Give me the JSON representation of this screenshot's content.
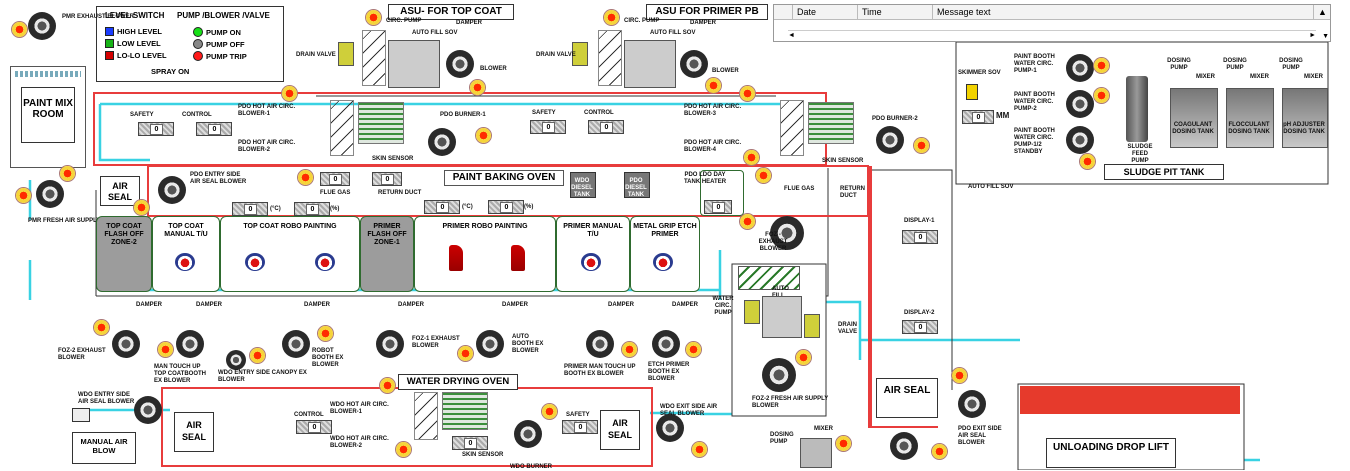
{
  "legend": {
    "col1_title": "LEVEL SWITCH",
    "col2_title": "PUMP /BLOWER /VALVE",
    "high": "HIGH LEVEL",
    "low": "LOW LEVEL",
    "lolo": "LO-LO LEVEL",
    "pump_on": "PUMP ON",
    "pump_off": "PUMP OFF",
    "pump_trip": "PUMP TRIP",
    "spray_on": "SPRAY ON",
    "colors": {
      "high": "#1a3cff",
      "low": "#17b317",
      "lolo": "#d40000",
      "on": "#17e017",
      "off": "#888888",
      "trip": "#ff1a1a"
    }
  },
  "message_log": {
    "col_date": "Date",
    "col_time": "Time",
    "col_message": "Message text"
  },
  "titles": {
    "asu_top": "ASU- FOR TOP COAT",
    "asu_primer": "ASU FOR PRIMER PB",
    "baking": "PAINT BAKING OVEN",
    "drying": "WATER DRYING OVEN",
    "sludge": "SLUDGE  PIT TANK",
    "mix_room": "PAINT MIX ROOM",
    "unloading": "UNLOADING DROP LIFT"
  },
  "zones": [
    {
      "name": "TOP COAT FLASH OFF ZONE-2"
    },
    {
      "name": "TOP COAT MANUAL T/U"
    },
    {
      "name": "TOP COAT ROBO PAINTING"
    },
    {
      "name": "PRIMER FLASH OFF ZONE-1"
    },
    {
      "name": "PRIMER ROBO PAINTING"
    },
    {
      "name": "PRIMER MANUAL T/U"
    },
    {
      "name": "METAL GRIP ETCH PRIMER"
    }
  ],
  "air_seals": {
    "a": "AIR SEAL",
    "b": "AIR SEAL",
    "c": "AIR SEAL",
    "d": "AIR SEAL"
  },
  "manual_air_blow": "MANUAL AIR BLOW",
  "labels": {
    "pmr_exhaust": "PMR EXHAUST BLOWER",
    "pmr_fresh": "PMR FRESH AIR SUPPLY BLOWER",
    "circ_pump": "CIRC. PUMP",
    "damper": "DAMPER",
    "auto_fill": "AUTO FILL SOV",
    "drain_valve": "DRAIN VALVE",
    "blower": "BLOWER",
    "safety": "SAFETY",
    "control": "CONTROL",
    "pdo_hot1": "PDO HOT AIR CIRC. BLOWER-1",
    "pdo_hot2": "PDO HOT AIR CIRC. BLOWER-2",
    "pdo_hot3": "PDO HOT AIR CIRC. BLOWER-3",
    "pdo_hot4": "PDO HOT AIR CIRC. BLOWER-4",
    "pdo_burner1": "PDO BURNER-1",
    "pdo_burner2": "PDO BURNER-2",
    "skin_sensor": "SKIN SENSOR",
    "flue_gas": "FLUE GAS",
    "return_duct": "RETURN DUCT",
    "pdo_entry": "PDO ENTRY SIDE AIR SEAL BLOWER",
    "wdo_diesel": "WDO DIESEL TANK",
    "pdo_diesel": "PDO DIESEL TANK",
    "pdo_ldo": "PDO LDO DAY TANK HEATER",
    "foz_exhaust": "FOZ - EXHAUST BLOWER",
    "display1": "DISPLAY-1",
    "display2": "DISPLAY-2",
    "water_circ": "WATER CIRC. PUMP",
    "foz2_exhaust": "FOZ-2 EXHAUST BLOWER",
    "man_touch": "MAN TOUCH UP TOP COATBOOTH EX BLOWER",
    "wdo_canopy": "WDO ENTRY SIDE CANOPY EX BLOWER",
    "robot_booth": "ROBOT BOOTH EX BLOWER",
    "foz1_exhaust": "FOZ-1 EXHAUST BLOWER",
    "auto_booth": "AUTO BOOTH EX BLOWER",
    "primer_man": "PRIMER MAN TOUCH UP BOOTH EX BLOWER",
    "etch_primer": "ETCH PRIMER BOOTH EX BLOWER",
    "foz2_fresh": "FOZ-2 FRESH AIR SUPPLY BLOWER",
    "pdo_exit": "PDO EXIT SIDE AIR SEAL BLOWER",
    "wdo_entry_seal": "WDO ENTRY SIDE AIR SEAL BLOWER",
    "wdo_hot1": "WDO HOT AIR CIRC. BLOWER-1",
    "wdo_hot2": "WDO HOT AIR CIRC. BLOWER-2",
    "wdo_exit": "WDO EXIT SIDE AIR SEAL BLOWER",
    "wdo_burner": "WDO BURNER",
    "dosing_pump": "DOSING PUMP",
    "mixer": "MIXER",
    "skimmer": "SKIMMER SOV",
    "pb_circ1": "PAINT BOOTH WATER CIRC. PUMP-1",
    "pb_circ2": "PAINT BOOTH WATER CIRC. PUMP-2",
    "pb_circ3": "PAINT BOOTH WATER CIRC. PUMP-1/2 STANDBY",
    "sludge_feed": "SLUDGE FEED PUMP",
    "coagulant": "COAGULANT DOSING TANK",
    "flocculant": "FLOCCULANT DOSING TANK",
    "ph_adjuster": "pH ADJUSTER DOSING TANK",
    "mm": "MM",
    "auto_fill_sludge": "AUTO FILL SOV"
  },
  "units": {
    "c": "(°C)",
    "pct": "(%)"
  },
  "value": "0"
}
